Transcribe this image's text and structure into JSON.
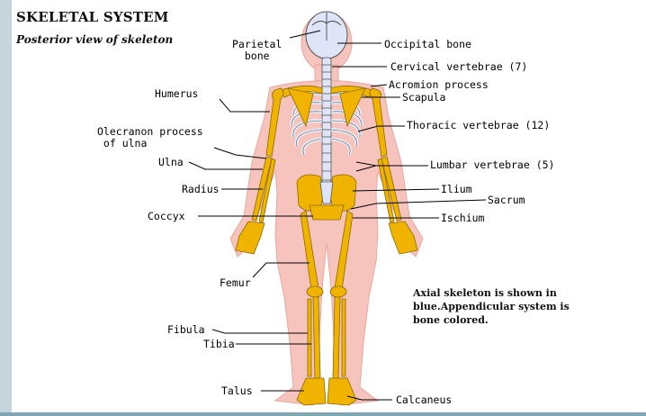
{
  "title": "SKELETAL SYSTEM",
  "subtitle": "Posterior view of skeleton",
  "labels": {
    "parietal": "Parietal\nbone",
    "occipital": "Occipital bone",
    "cervical": "Cervical vertebrae (7)",
    "acromion": "Acromion process",
    "scapula": "Scapula",
    "humerus": "Humerus",
    "thoracic": "Thoracic vertebrae (12)",
    "olecranon": "Olecranon process\n of ulna",
    "ulna": "Ulna",
    "lumbar": "Lumbar vertebrae (5)",
    "radius": "Radius",
    "ilium": "Ilium",
    "sacrum": "Sacrum",
    "coccyx": "Coccyx",
    "ischium": "Ischium",
    "femur": "Femur",
    "fibula": "Fibula",
    "tibia": "Tibia",
    "talus": "Talus",
    "calcaneus": "Calcaneus"
  },
  "note": "Axial skeleton is shown in blue.Appendicular system is bone colored.",
  "colors": {
    "axial": "#dfe5f8",
    "appendicular": "#f0b400",
    "body": "#f6c4bc",
    "background": "#ffffff"
  }
}
